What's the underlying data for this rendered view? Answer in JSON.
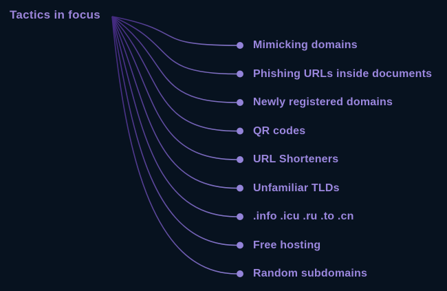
{
  "title": "Tactics in focus",
  "colors": {
    "background": "#07121f",
    "title_text": "#9b84d9",
    "item_text": "#9b87de",
    "line_gradient_start": "#41287d",
    "line_gradient_end": "#9082d6",
    "bullet": "#9383d8"
  },
  "diagram": {
    "type": "fan-mindmap",
    "root_label": "Tactics in focus",
    "items": [
      {
        "label": "Mimicking domains"
      },
      {
        "label": "Phishing URLs inside documents"
      },
      {
        "label": "Newly registered domains"
      },
      {
        "label": "QR codes"
      },
      {
        "label": "URL Shorteners"
      },
      {
        "label": "Unfamiliar TLDs"
      },
      {
        "label": ".info .icu .ru .to .cn"
      },
      {
        "label": "Free hosting"
      },
      {
        "label": "Random subdomains"
      }
    ]
  }
}
